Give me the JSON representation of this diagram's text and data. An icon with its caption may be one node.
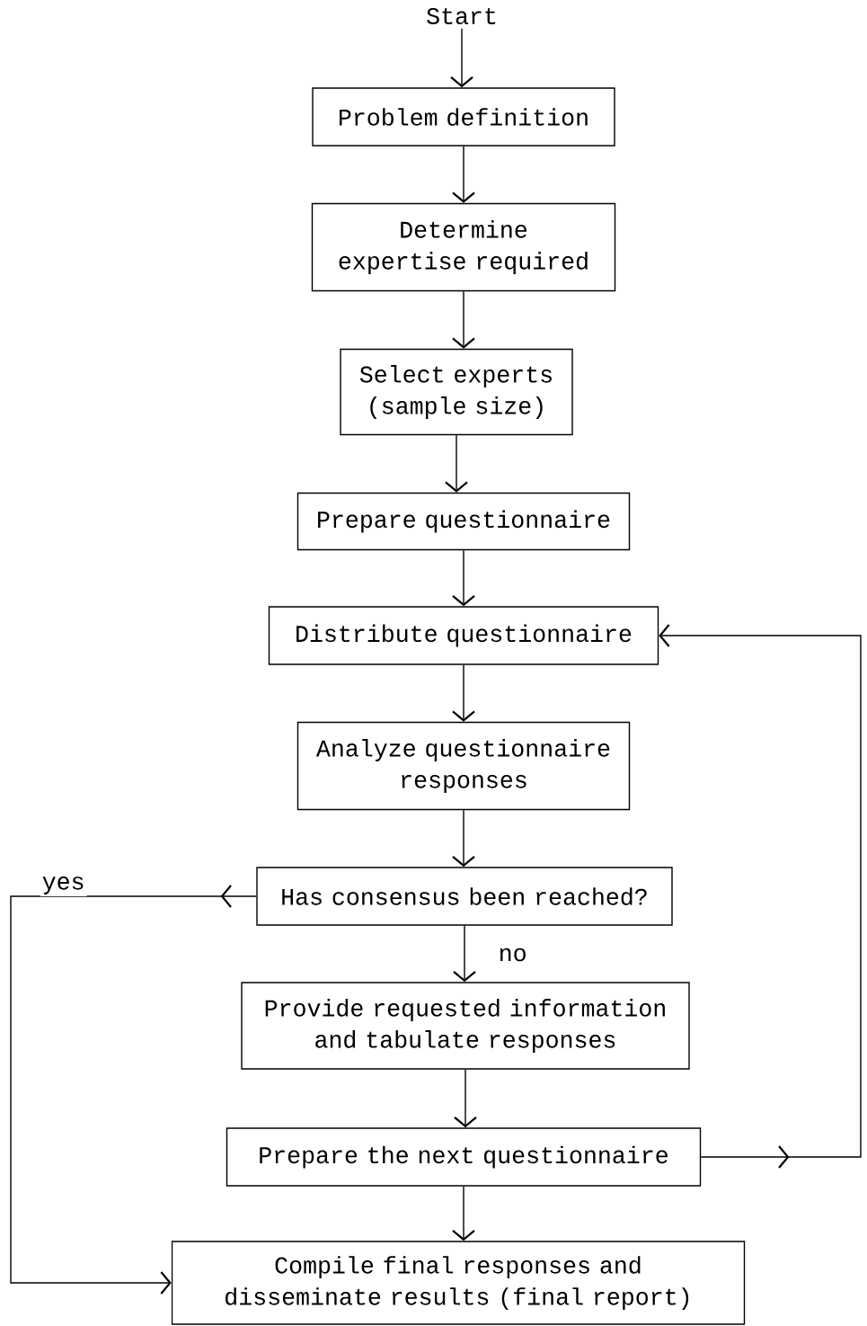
{
  "diagram": {
    "nodes": [
      {
        "text": [
          "Start"
        ]
      },
      {
        "text": [
          "Problem definition"
        ]
      },
      {
        "text": [
          "Determine expertise required"
        ]
      },
      {
        "text": [
          "Select experts (sample size)"
        ]
      },
      {
        "text": [
          "Prepare questionnaire"
        ]
      },
      {
        "text": [
          "Distribute questionnaire"
        ]
      },
      {
        "text": [
          "Analyze questionnaire responses"
        ]
      },
      {
        "text": [
          "Has consensus been reached?"
        ]
      },
      {
        "text": [
          "Provide requested information and tabulate responses"
        ]
      },
      {
        "text": [
          "Prepare the next questionnaire"
        ]
      },
      {
        "text": [
          "Compile final responses and disseminate results (final report)"
        ]
      }
    ],
    "edges": [
      {
        "from": 0,
        "to": 1,
        "arrow": "to"
      },
      {
        "from": 1,
        "to": 2,
        "arrow": "to"
      },
      {
        "from": 2,
        "to": 3,
        "arrow": "to"
      },
      {
        "from": 3,
        "to": 4,
        "arrow": "to"
      },
      {
        "from": 4,
        "to": 5,
        "arrow": "to"
      },
      {
        "from": 5,
        "to": 6,
        "arrow": "to"
      },
      {
        "from": 6,
        "to": 7,
        "arrow": "to"
      },
      {
        "from": 7,
        "to": 8,
        "arrow": "to",
        "label": "no"
      },
      {
        "from": 8,
        "to": 9,
        "arrow": "to"
      },
      {
        "from": 9,
        "to": 10,
        "arrow": "to"
      },
      {
        "from": 7,
        "to": 10,
        "arrow": "to",
        "label": "yes"
      },
      {
        "from": 9,
        "to": 5,
        "arrow": "to"
      }
    ]
  }
}
